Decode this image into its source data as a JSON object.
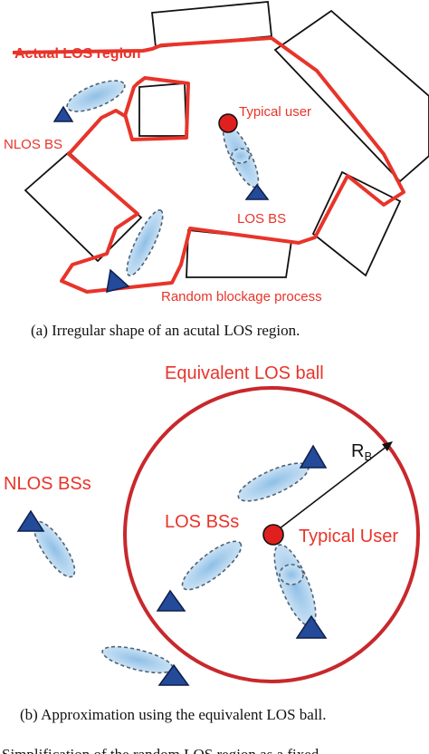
{
  "panel_a": {
    "label_actual_los_region": "Actual LOS region",
    "label_typical_user": "Typical user",
    "label_nlos_bs": "NLOS BS",
    "label_los_bs": "LOS BS",
    "label_random_blockage": "Random blockage process",
    "caption": "(a)  Irregular shape of an acutal LOS region."
  },
  "panel_b": {
    "label_equivalent_los_ball": "Equivalent LOS ball",
    "label_radius": "R",
    "label_radius_sub": "B",
    "label_nlos_bss": "NLOS BSs",
    "label_los_bss": "LOS BSs",
    "label_typical_user": "Typical User",
    "caption": "(b)  Approximation using the equivalent LOS ball."
  },
  "footer": {
    "partial_text": "Simplification of the random LOS region as a fixed"
  },
  "colors": {
    "accent_red": "#e8342a",
    "bs_blue": "#244a9a",
    "beam_light": "#bcd9f2",
    "blockage_outline": "#111111"
  }
}
